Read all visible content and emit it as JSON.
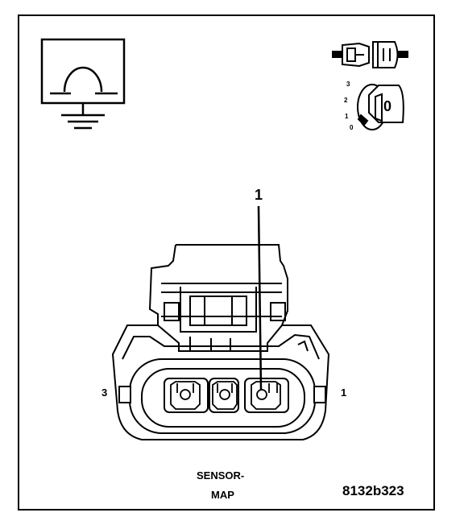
{
  "diagram": {
    "pin_callout": "1",
    "cavity_left_label": "3",
    "cavity_right_label": "1",
    "caption_line1": "SENSOR-",
    "caption_line2": "MAP",
    "figure_id": "8132b323",
    "ignition_key": {
      "positions": [
        "3",
        "2",
        "1",
        "0"
      ],
      "key_face_label": "0"
    },
    "icons": [
      "ohmmeter-ground-icon",
      "disconnected-connector-icon",
      "ignition-key-icon"
    ]
  }
}
